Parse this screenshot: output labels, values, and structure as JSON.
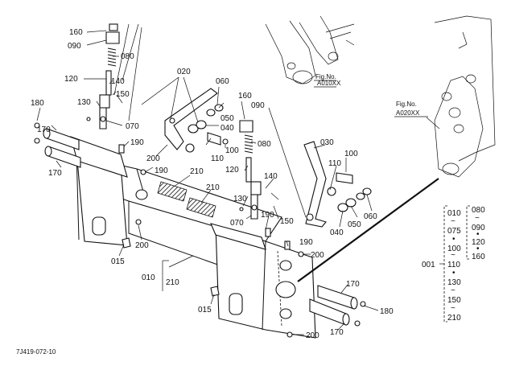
{
  "figure": {
    "drawing_number": "7J419-072-10",
    "fig_refs": [
      "Fig.No.",
      "A010XX",
      "Fig.No.",
      "A020XX"
    ]
  },
  "callouts": [
    "160",
    "090",
    "080",
    "120",
    "140",
    "150",
    "130",
    "070",
    "180",
    "170",
    "190",
    "170",
    "020",
    "060",
    "050",
    "040",
    "100",
    "110",
    "160",
    "090",
    "080",
    "190",
    "200",
    "210",
    "210",
    "120",
    "140",
    "130",
    "070",
    "190",
    "150",
    "200",
    "015",
    "010",
    "210",
    "200",
    "190",
    "030",
    "100",
    "110",
    "060",
    "050",
    "040",
    "015",
    "170",
    "180",
    "170",
    "200"
  ],
  "legend": {
    "range_left": [
      "010",
      "~",
      "075",
      "•",
      "100",
      "~",
      "110",
      "•",
      "130",
      "~",
      "150",
      "~",
      "210"
    ],
    "range_right": [
      "080",
      "~",
      "090",
      "•",
      "120",
      "•",
      "160"
    ],
    "group_label": "001"
  }
}
